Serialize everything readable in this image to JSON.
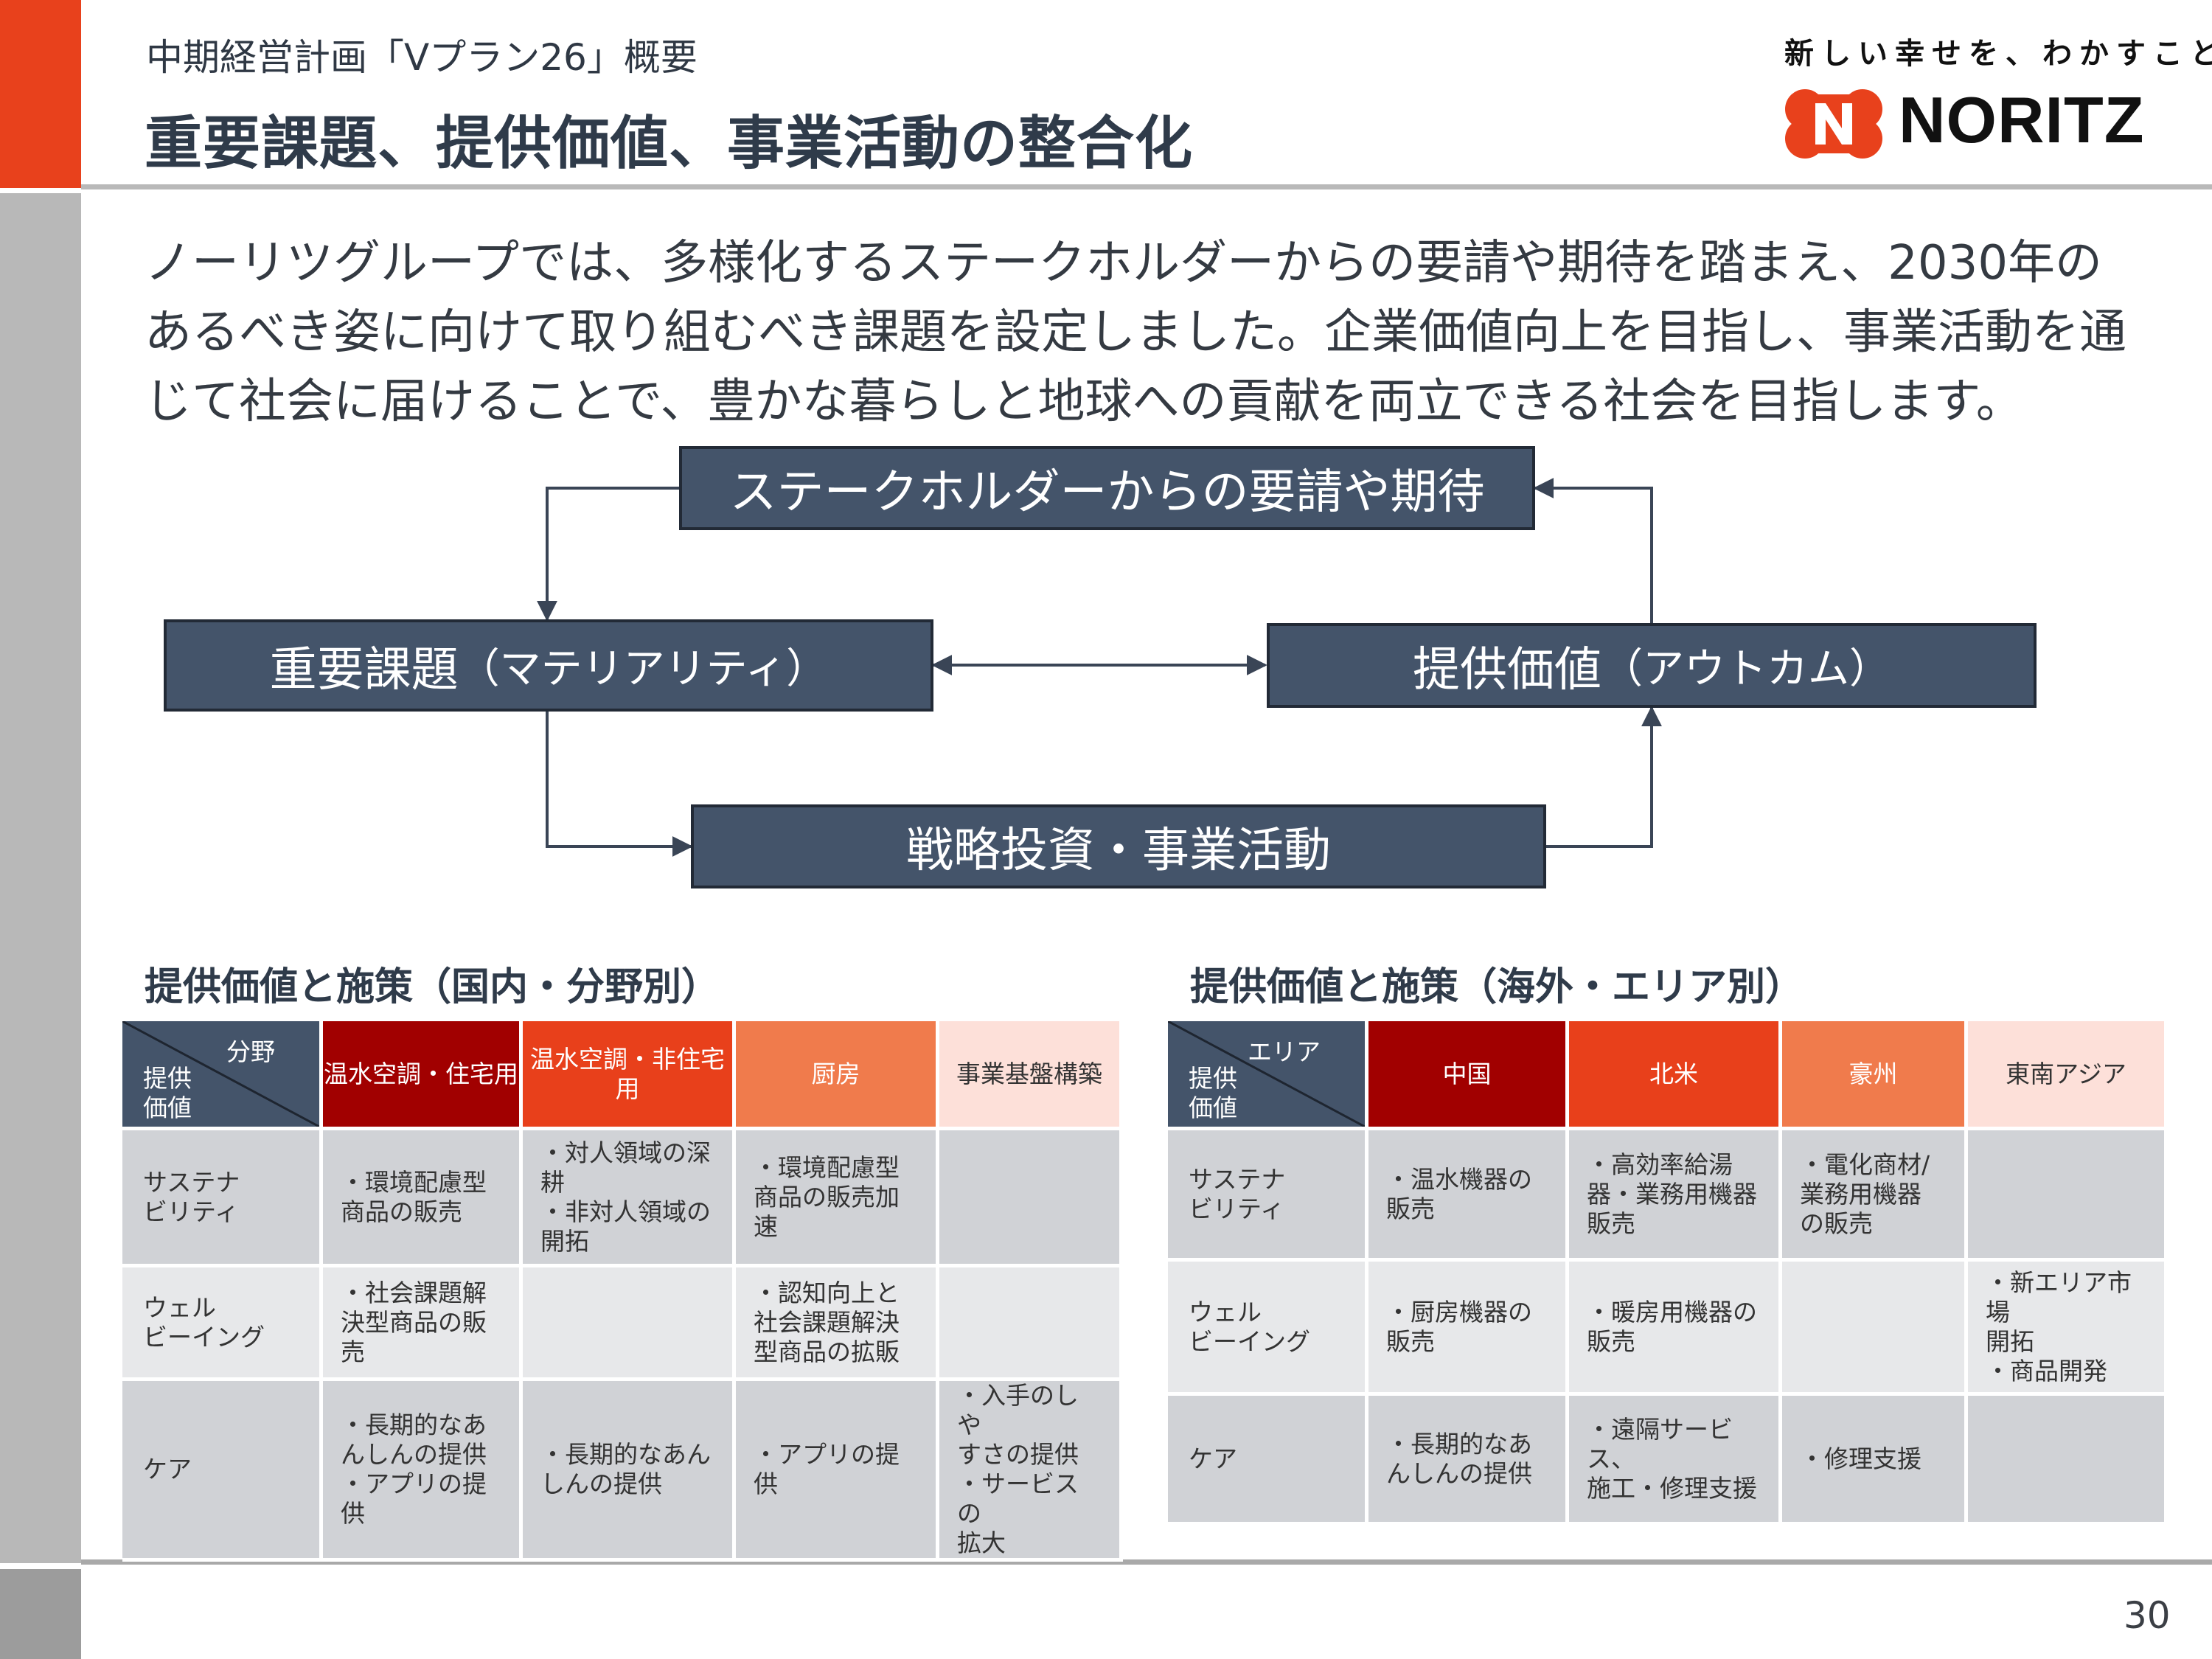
{
  "header": {
    "subtitle": "中期経営計画「Vプラン26」概要",
    "title": "重要課題、提供価値、事業活動の整合化",
    "tagline": "新しい幸せを、わかすこと。",
    "logo_text": "NORITZ"
  },
  "intro": "ノーリツグループでは、多様化するステークホルダーからの要請や期待を踏まえ、2030年のあるべき姿に向けて取り組むべき課題を設定しました。企業価値向上を目指し、事業活動を通じて社会に届けることで、豊かな暮らしと地球への貢献を両立できる社会を目指します。",
  "flow": {
    "stakeholders": "ステークホルダーからの要請や期待",
    "materiality_main": "重要課題",
    "materiality_sub": "（マテリアリティ）",
    "value_main": "提供価値",
    "value_sub": "（アウトカム）",
    "activities": "戦略投資・事業活動"
  },
  "domestic": {
    "title": "提供価値と施策（国内・分野別）",
    "corner_top": "分野",
    "corner_bottom": "提供\n価値",
    "headers": [
      "温水空調・住宅用",
      "温水空調・非住宅用",
      "厨房",
      "事業基盤構築"
    ],
    "rows": [
      {
        "label": "サステナ\nビリティ",
        "cells": [
          "・環境配慮型\n商品の販売",
          "・対人領域の深\n耕\n・非対人領域の\n開拓",
          "・環境配慮型\n商品の販売加\n速",
          ""
        ]
      },
      {
        "label": "ウェル\nビーイング",
        "cells": [
          "・社会課題解\n決型商品の販\n売",
          "",
          "・認知向上と\n社会課題解決\n型商品の拡販",
          ""
        ]
      },
      {
        "label": "ケア",
        "cells": [
          "・長期的なあ\nんしんの提供\n・アプリの提供",
          "・長期的なあん\nしんの提供",
          "・アプリの提供",
          "・入手のしや\nすさの提供\n・サービスの\n拡大"
        ]
      }
    ]
  },
  "overseas": {
    "title": "提供価値と施策（海外・エリア別）",
    "corner_top": "エリア",
    "corner_bottom": "提供\n価値",
    "headers": [
      "中国",
      "北米",
      "豪州",
      "東南アジア"
    ],
    "rows": [
      {
        "label": "サステナ\nビリティ",
        "cells": [
          "・温水機器の\n販売",
          "・高効率給湯\n器・業務用機器\n販売",
          "・電化商材/\n業務用機器\nの販売",
          ""
        ]
      },
      {
        "label": "ウェル\nビーイング",
        "cells": [
          "・厨房機器の\n販売",
          "・暖房用機器の\n販売",
          "",
          "・新エリア市場\n開拓\n・商品開発"
        ]
      },
      {
        "label": "ケア",
        "cells": [
          "・長期的なあ\nんしんの提供",
          "・遠隔サービス、\n施工・修理支援",
          "・修理支援",
          ""
        ]
      }
    ]
  },
  "colors": {
    "accent": "#e8411c",
    "navy_box": "#44546a",
    "dark_red": "#a10000",
    "red": "#e8401b",
    "orange": "#f07b4c",
    "pink": "#fde0d9"
  },
  "page_number": "30"
}
